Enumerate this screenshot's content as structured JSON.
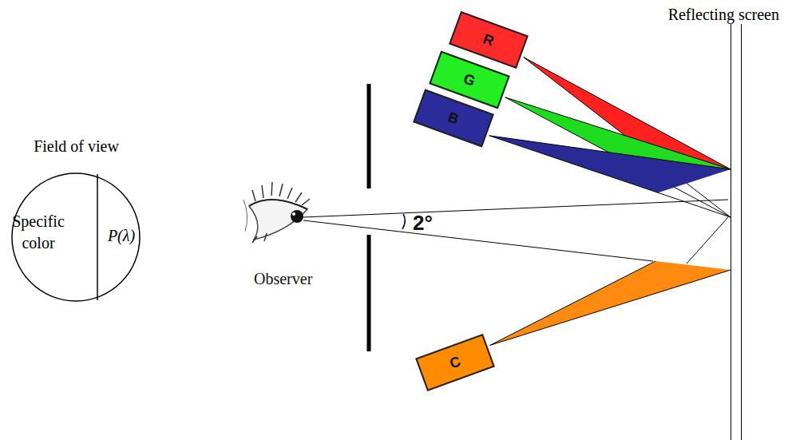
{
  "diagram": {
    "nodes": [
      {
        "text": [
          "Field of view",
          "Specific color",
          "P(λ)"
        ]
      },
      {
        "text": [
          "R"
        ]
      },
      {
        "text": [
          "G"
        ]
      },
      {
        "text": [
          "B"
        ]
      },
      {
        "text": [
          "C"
        ]
      },
      {
        "text": [
          "Reflecting screen"
        ]
      }
    ],
    "edges": [
      {
        "from": 1,
        "to": 5,
        "arrow": "none"
      },
      {
        "from": 2,
        "to": 5,
        "arrow": "none"
      },
      {
        "from": 3,
        "to": 5,
        "arrow": "none"
      },
      {
        "from": 4,
        "to": 5,
        "arrow": "none"
      }
    ],
    "labels": [
      "Observer",
      "2°"
    ]
  }
}
